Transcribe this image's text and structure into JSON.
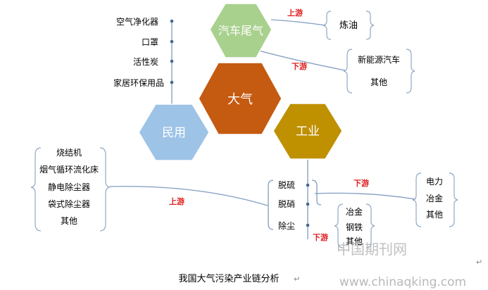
{
  "hexagons": {
    "exhaust": {
      "label": "汽车尾气",
      "color": "#a9d18e"
    },
    "atmosphere": {
      "label": "大气",
      "color": "#c55a11"
    },
    "civil": {
      "label": "民用",
      "color": "#9dc3e6"
    },
    "industry": {
      "label": "工业",
      "color": "#bf9000"
    }
  },
  "civil_items": [
    "空气净化器",
    "口罩",
    "活性炭",
    "家居环保用品"
  ],
  "exhaust_upstream": {
    "tag": "上游",
    "items": [
      "炼油"
    ]
  },
  "exhaust_downstream": {
    "tag": "下游",
    "items": [
      "新能源汽车",
      "其他"
    ]
  },
  "left_bracket_items": [
    "烧结机",
    "烟气循环流化床",
    "静电除尘器",
    "袋式除尘器",
    "其他"
  ],
  "left_upstream_tag": "上游",
  "industry_processes": [
    "脱硫",
    "脱硝",
    "除尘"
  ],
  "industry_downstream_1": {
    "tag": "下游",
    "items": [
      "电力",
      "冶金",
      "其他"
    ]
  },
  "industry_downstream_2": {
    "tag": "下游",
    "items": [
      "冶金",
      "钢铁",
      "其他"
    ]
  },
  "caption": "我国大气污染产业链分析",
  "watermark_cn": "中国期刊网",
  "watermark_url": "www.chinaqking.com",
  "colors": {
    "red_tag": "#e02020",
    "connector": "#5b7fa6",
    "bracket": "#8fa8c6"
  }
}
